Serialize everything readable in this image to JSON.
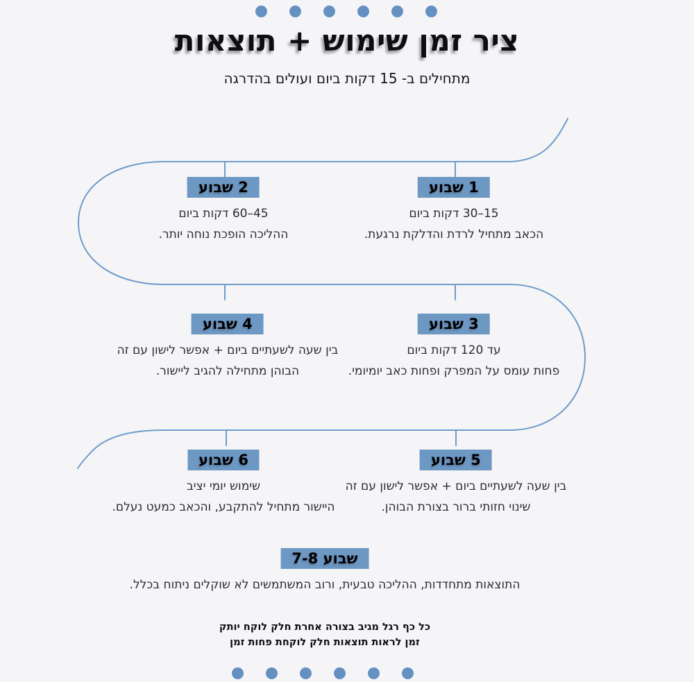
{
  "page": {
    "background": "#f5f5f7",
    "accent_blue": "#6d98c4",
    "line_blue": "#6f9cca",
    "dot_blue": "#6591c2"
  },
  "header": {
    "title": "ציר זמן שימוש + תוצאות",
    "subtitle": "מתחילים ב- 15 דקות ביום ועולים בהדרגה"
  },
  "decor": {
    "top_dots_count": 6,
    "bottom_dots_count": 6
  },
  "weeks": [
    {
      "label": "1 שבוע",
      "line1": "15–30 דקות ביום",
      "line2": "הכאב מתחיל לרדת והדלקת נרגעת."
    },
    {
      "label": "2 שבוע",
      "line1": "45–60 דקות ביום",
      "line2": "ההליכה הופכת נוחה יותר."
    },
    {
      "label": "3 שבוע",
      "line1": "עד 120 דקות ביום",
      "line2": "פחות עומס על המפרק ופחות כאב יומיומי."
    },
    {
      "label": "4 שבוע",
      "line1": "בין שעה לשעתיים ביום + אפשר לישון עם זה",
      "line2": "הבוהן מתחילה להגיב ליישור."
    },
    {
      "label": "5 שבוע",
      "line1": "בין שעה לשעתיים ביום + אפשר לישון עם זה",
      "line2": "שינוי חזותי ברור בצורת הבוהן."
    },
    {
      "label": "6 שבוע",
      "line1": "שימוש יומי יציב",
      "line2": "היישור מתחיל להתקבע, והכאב כמעט נעלם."
    },
    {
      "label": "שבוע 7-8",
      "line1": "התוצאות מתחדדות, ההליכה טבעית, ורוב המשתמשים לא שוקלים ניתוח בכלל.",
      "line2": ""
    }
  ],
  "footnote": {
    "line1": "כל כף רגל מגיב בצורה אחרת חלק לוקח יותק",
    "line2": "זמן לראות תוצאות חלק לוקחת פחות זמן"
  }
}
